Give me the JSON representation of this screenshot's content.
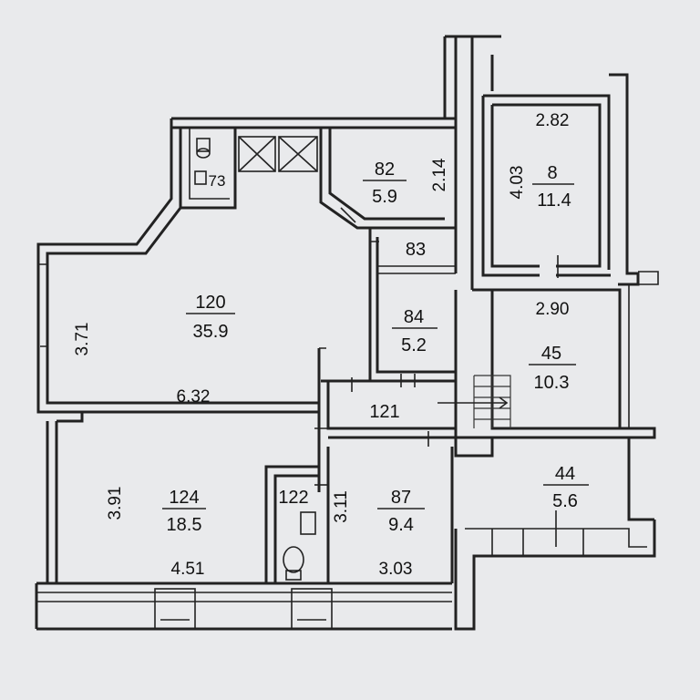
{
  "rooms": {
    "r8": {
      "number": "8",
      "area": "11.4"
    },
    "r82": {
      "number": "82",
      "area": "5.9"
    },
    "r83": {
      "number": "83"
    },
    "r84": {
      "number": "84",
      "area": "5.2"
    },
    "r120": {
      "number": "120",
      "area": "35.9"
    },
    "r45": {
      "number": "45",
      "area": "10.3"
    },
    "r121": {
      "number": "121"
    },
    "r124": {
      "number": "124",
      "area": "18.5"
    },
    "r122": {
      "number": "122"
    },
    "r87": {
      "number": "87",
      "area": "9.4"
    },
    "r44": {
      "number": "44",
      "area": "5.6"
    },
    "r73": {
      "number": "73"
    }
  },
  "dimensions": {
    "d282": "2.82",
    "d403": "4.03",
    "d214": "2.14",
    "d290": "2.90",
    "d371": "3.71",
    "d632": "6.32",
    "d391": "3.91",
    "d451": "4.51",
    "d311": "3.11",
    "d303": "3.03"
  }
}
